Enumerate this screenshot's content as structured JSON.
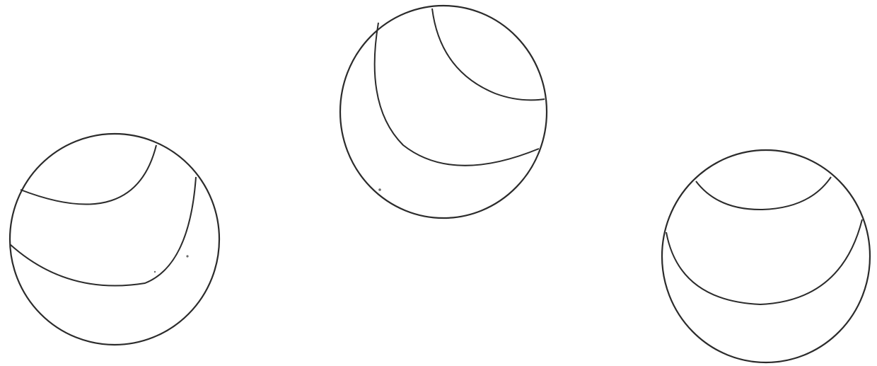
{
  "figure": {
    "balls": [
      {
        "name": "left",
        "arc_count": 2
      },
      {
        "name": "center",
        "arc_count": 2
      },
      {
        "name": "right",
        "arc_count": 2
      }
    ],
    "colors": {
      "background": "#ffffff",
      "stroke": "#2b2b2b"
    }
  }
}
